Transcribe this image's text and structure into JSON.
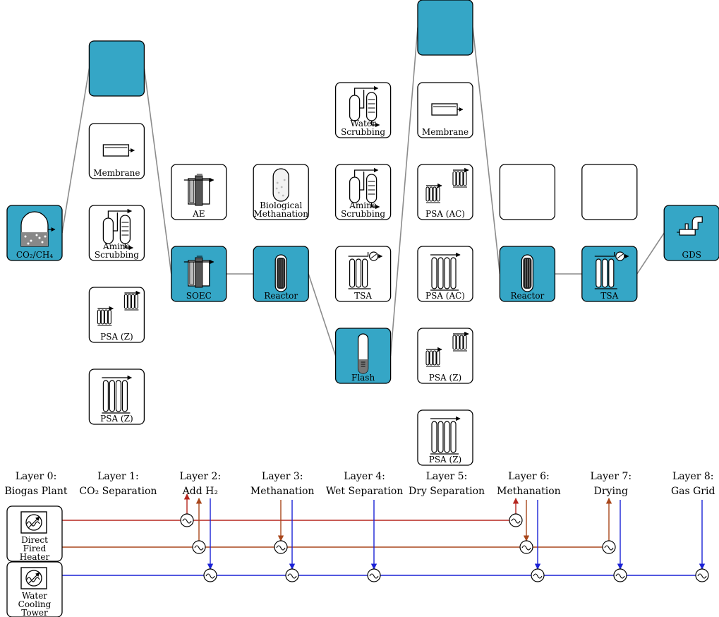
{
  "colors": {
    "selected": "#35a6c6",
    "unselected": "#ffffff",
    "border": "#000000",
    "connector": "#8c8c8c",
    "hot_line_1": "#b5261e",
    "hot_line_2": "#a8461b",
    "cold_line": "#1a21d6"
  },
  "layers": [
    {
      "title": "Layer 0:",
      "subtitle": "Biogas Plant"
    },
    {
      "title": "Layer 1:",
      "subtitle": "CO₂ Separation"
    },
    {
      "title": "Layer 2:",
      "subtitle": "Add H₂"
    },
    {
      "title": "Layer 3:",
      "subtitle": "Methanation"
    },
    {
      "title": "Layer 4:",
      "subtitle": "Wet Separation"
    },
    {
      "title": "Layer 5:",
      "subtitle": "Dry Separation"
    },
    {
      "title": "Layer 6:",
      "subtitle": "Methanation"
    },
    {
      "title": "Layer 7:",
      "subtitle": "Drying"
    },
    {
      "title": "Layer 8:",
      "subtitle": "Gas Grid"
    }
  ],
  "units": [
    {
      "id": "biogas",
      "layer": 0,
      "row": 4,
      "label": "CO₂/CH₄",
      "icon": "biogas-dome-icon",
      "selected": true
    },
    {
      "id": "bypass1",
      "layer": 1,
      "row": 0,
      "label": "",
      "icon": "",
      "selected": true
    },
    {
      "id": "membrane1",
      "layer": 1,
      "row": 1,
      "label": "Membrane",
      "icon": "membrane-icon",
      "selected": false
    },
    {
      "id": "amine1",
      "layer": 1,
      "row": 2,
      "label": "Amine\nScrubbing",
      "icon": "scrubbing-column-icon",
      "selected": false
    },
    {
      "id": "psaz1",
      "layer": 1,
      "row": 3,
      "label": "PSA (Z)",
      "icon": "psa-small-icon",
      "selected": false
    },
    {
      "id": "psaz1b",
      "layer": 1,
      "row": 4,
      "label": "PSA (Z)",
      "icon": "psa-large-icon",
      "selected": false
    },
    {
      "id": "ae",
      "layer": 2,
      "row": 2,
      "label": "AE",
      "icon": "electrolyzer-icon",
      "selected": false
    },
    {
      "id": "soec",
      "layer": 2,
      "row": 3,
      "label": "SOEC",
      "icon": "electrolyzer-icon",
      "selected": true
    },
    {
      "id": "biometh",
      "layer": 3,
      "row": 2,
      "label": "Biological\nMethanation",
      "icon": "bio-reactor-icon",
      "selected": false
    },
    {
      "id": "reactor3",
      "layer": 3,
      "row": 3,
      "label": "Reactor",
      "icon": "packed-reactor-icon",
      "selected": true
    },
    {
      "id": "water4",
      "layer": 4,
      "row": 1,
      "label": "Water\nScrubbing",
      "icon": "scrubbing-column-icon",
      "selected": false
    },
    {
      "id": "amine4",
      "layer": 4,
      "row": 2,
      "label": "Amine\nScrubbing",
      "icon": "scrubbing-column-icon",
      "selected": false
    },
    {
      "id": "tsa4",
      "layer": 4,
      "row": 3,
      "label": "TSA",
      "icon": "tsa-icon",
      "selected": false
    },
    {
      "id": "flash4",
      "layer": 4,
      "row": 4,
      "label": "Flash",
      "icon": "flash-drum-icon",
      "selected": true
    },
    {
      "id": "bypass5",
      "layer": 5,
      "row": 0,
      "label": "",
      "icon": "",
      "selected": true
    },
    {
      "id": "membrane5",
      "layer": 5,
      "row": 1,
      "label": "Membrane",
      "icon": "membrane-icon",
      "selected": false
    },
    {
      "id": "psaac5a",
      "layer": 5,
      "row": 2,
      "label": "PSA (AC)",
      "icon": "psa-small-icon",
      "selected": false
    },
    {
      "id": "psaac5b",
      "layer": 5,
      "row": 3,
      "label": "PSA (AC)",
      "icon": "psa-large-icon",
      "selected": false
    },
    {
      "id": "psaz5a",
      "layer": 5,
      "row": 4,
      "label": "PSA (Z)",
      "icon": "psa-small-icon",
      "selected": false
    },
    {
      "id": "psaz5b",
      "layer": 5,
      "row": 5,
      "label": "PSA (Z)",
      "icon": "psa-large-icon",
      "selected": false
    },
    {
      "id": "bypass6",
      "layer": 6,
      "row": 2,
      "label": "",
      "icon": "",
      "selected": false
    },
    {
      "id": "reactor6",
      "layer": 6,
      "row": 3,
      "label": "Reactor",
      "icon": "packed-reactor-icon",
      "selected": true
    },
    {
      "id": "bypass7",
      "layer": 7,
      "row": 2,
      "label": "",
      "icon": "",
      "selected": false
    },
    {
      "id": "tsa7",
      "layer": 7,
      "row": 3,
      "label": "TSA",
      "icon": "tsa-icon",
      "selected": true
    },
    {
      "id": "gds",
      "layer": 8,
      "row": 4,
      "label": "GDS",
      "icon": "pipe-connector-icon",
      "selected": true
    }
  ],
  "path": [
    "biogas",
    "bypass1",
    "soec",
    "reactor3",
    "flash4",
    "bypass5",
    "reactor6",
    "tsa7",
    "gds"
  ],
  "utilities": [
    {
      "id": "heater",
      "label": "Direct\nFired\nHeater",
      "icon": "heater-icon"
    },
    {
      "id": "cooler",
      "label": "Water\nCooling\nTower",
      "icon": "heater-icon"
    }
  ]
}
